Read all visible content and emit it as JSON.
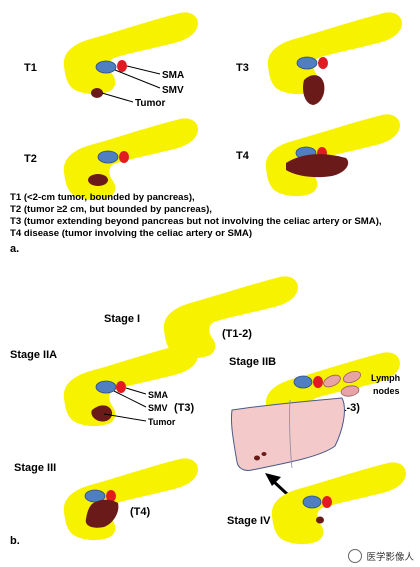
{
  "colors": {
    "pancreas": "#f7f200",
    "sma": "#e21a22",
    "smv": "#4f7fc1",
    "tumor": "#6b1a1a",
    "lymph_node": "#e7a3a6",
    "liver": "#f3c9ca"
  },
  "panel_a": {
    "t1_label": "T1",
    "t2_label": "T2",
    "t3_label": "T3",
    "t4_label": "T4",
    "sma_label": "SMA",
    "smv_label": "SMV",
    "tumor_label": "Tumor",
    "caption_lines": [
      "T1 (<2-cm tumor, bounded by pancreas),",
      "T2 (tumor ≥2 cm, but bounded by pancreas),",
      "T3 (tumor extending beyond pancreas but not involving the celiac artery or SMA),",
      "T4 disease (tumor involving the celiac artery or SMA)"
    ],
    "panel_label": "a."
  },
  "panel_b": {
    "stage_i": "Stage I",
    "stage_i_note": "(T1-2)",
    "stage_iia": "Stage IIA",
    "stage_iia_note": "(T3)",
    "sma_label": "SMA",
    "smv_label": "SMV",
    "tumor_label": "Tumor",
    "stage_iib": "Stage IIB",
    "stage_iib_note": "(T1-3)",
    "lymph_label_1": "Lymph",
    "lymph_label_2": "nodes",
    "stage_iii": "Stage III",
    "stage_iii_note": "(T4)",
    "stage_iv": "Stage IV",
    "panel_label": "b."
  },
  "watermark": {
    "text": "医学影像人"
  }
}
